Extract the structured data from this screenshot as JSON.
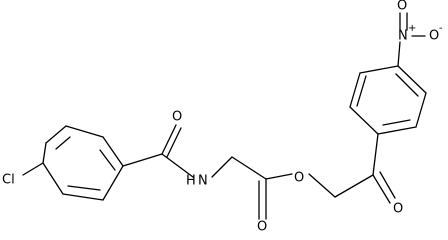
{
  "diagram": {
    "atom_labels": {
      "chlorine": "Cl",
      "amide_nh": "N",
      "amide_h": "H",
      "amide_oxygen": "O",
      "ester_oxygen_carbonyl": "O",
      "ester_oxygen_bridge": "O",
      "ketone_oxygen": "O",
      "nitro_nitrogen": "N",
      "nitro_oxygen_top": "O",
      "nitro_oxygen_right": "O",
      "nitro_n_charge": "+",
      "nitro_o_charge": "-"
    }
  }
}
